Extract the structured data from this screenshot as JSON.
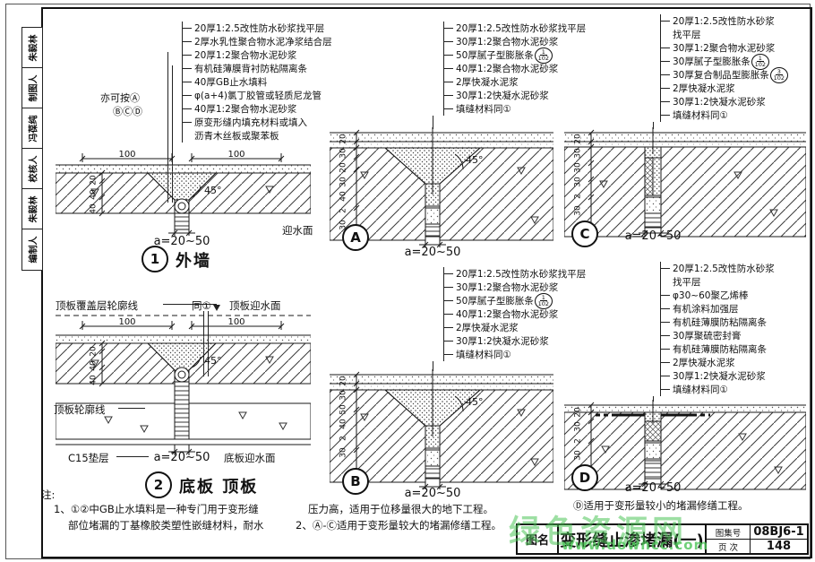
{
  "sidebar": {
    "entries": [
      {
        "label": "朱毅林"
      },
      {
        "label": "制图人"
      },
      {
        "label": "冯葆纯"
      },
      {
        "label": "校核人"
      },
      {
        "label": "朱毅林"
      },
      {
        "label": "编制人"
      }
    ]
  },
  "d1": {
    "alt1": "亦可按Ⓐ",
    "alt2": "ⒷⒸⒹ",
    "callouts": [
      {
        "t": "20厚1:2.5改性防水砂浆找平层"
      },
      {
        "t": "2厚水乳性聚合物水泥净浆结合层"
      },
      {
        "t": "20厚1:2聚合物水泥砂浆"
      },
      {
        "t": "有机硅薄膜背衬防粘隔离条"
      },
      {
        "t": "40厚GB止水填料"
      },
      {
        "t": "φ(a+4)氯丁胶管或轻质尼龙管"
      },
      {
        "t": "40厚1:2聚合物水泥砂浆"
      },
      {
        "t": "原变形缝内填充材料或填入"
      },
      {
        "t": "沥青木丝板或聚苯板",
        "cont": true
      }
    ],
    "dim100L": "100",
    "dim100R": "100",
    "dims": [
      "20",
      "40",
      "40"
    ],
    "angle": "45°",
    "a": "a=20~50",
    "water": "迎水面",
    "num": "1",
    "title": "外墙"
  },
  "d2": {
    "cover": "顶板覆盖层轮廓线",
    "same": "同①",
    "topwater": "顶板迎水面",
    "outline": "顶板轮廓线",
    "cushion": "C15垫层",
    "bottomwater": "底板迎水面",
    "dim100L": "100",
    "dim100R": "100",
    "dims": [
      "20",
      "40",
      "40"
    ],
    "angle": "45°",
    "a": "a=20~50",
    "num": "2",
    "title": "底板  顶板"
  },
  "dA": {
    "callouts": [
      {
        "t": "20厚1:2.5改性防水砂浆找平层"
      },
      {
        "t": "30厚1:2聚合物水泥砂浆"
      },
      {
        "t": "50厚腻子型膨胀条",
        "r1": "1",
        "r2": "102"
      },
      {
        "t": "40厚1:2聚合物水泥砂浆"
      },
      {
        "t": "2厚快凝水泥浆"
      },
      {
        "t": "30厚1:2快凝水泥砂浆"
      },
      {
        "t": "填缝材料同①"
      }
    ],
    "dims": [
      "20",
      "30",
      "20",
      "30",
      "40",
      "2",
      "30"
    ],
    "angle": "45°",
    "a": "a=20~50",
    "num": "A"
  },
  "dB": {
    "callouts": [
      {
        "t": "20厚1:2.5改性防水砂浆找平层"
      },
      {
        "t": "30厚1:2聚合物水泥砂浆"
      },
      {
        "t": "50厚腻子型膨胀条",
        "r1": "1",
        "r2": "102"
      },
      {
        "t": "40厚1:2聚合物水泥砂浆"
      },
      {
        "t": "2厚快凝水泥浆"
      },
      {
        "t": "30厚1:2快凝水泥砂浆"
      },
      {
        "t": "填缝材料同①"
      }
    ],
    "dims": [
      "20",
      "30",
      "50",
      "40",
      "2",
      "30"
    ],
    "angle": "45°",
    "a": "a=20~50",
    "num": "B"
  },
  "dC": {
    "callouts": [
      {
        "t": "20厚1:2.5改性防水砂浆"
      },
      {
        "t": "找平层",
        "cont": true
      },
      {
        "t": "30厚1:2聚合物水泥砂浆"
      },
      {
        "t": "30厚腻子型膨胀条",
        "r1": "1",
        "r2": "102"
      },
      {
        "t": "30厚复合制品型膨胀条",
        "r1": "3",
        "r2": "102"
      },
      {
        "t": "2厚快凝水泥浆"
      },
      {
        "t": "30厚1:2快凝水泥砂浆"
      },
      {
        "t": "填缝材料同①"
      }
    ],
    "dims": [
      "20",
      "30",
      "30",
      "30",
      "2",
      "30"
    ],
    "a": "a=20~50",
    "num": "C"
  },
  "dD": {
    "callouts": [
      {
        "t": "20厚1:2.5改性防水砂浆"
      },
      {
        "t": "找平层",
        "cont": true
      },
      {
        "t": "φ30~60聚乙烯棒"
      },
      {
        "t": "有机涂料加强层"
      },
      {
        "t": "有机硅薄膜防粘隔离条"
      },
      {
        "t": "30厚聚硫密封膏"
      },
      {
        "t": "有机硅薄膜防粘隔离条"
      },
      {
        "t": "2厚快凝水泥浆"
      },
      {
        "t": "30厚1:2快凝水泥砂浆"
      },
      {
        "t": "填缝材料同①"
      }
    ],
    "dims": [
      "20",
      "30",
      "2",
      "30"
    ],
    "a": "a=20~50",
    "num": "D"
  },
  "notes": {
    "header": "注:",
    "n1a": "1、①②中GB止水填料是一种专门用于变形缝",
    "n1b": "部位堵漏的丁基橡胶类塑性嵌缝材料，耐水",
    "n1c": "压力高，适用于位移量很大的地下工程。",
    "n2": "2、Ⓐ-Ⓒ适用于变形量较大的堵漏修缮工程。",
    "n3": "Ⓓ适用于变形量较小的堵漏修缮工程。"
  },
  "tb": {
    "name_label": "图名",
    "title": "变形缝止渗堵漏(一)",
    "atlas_label": "图集号",
    "atlas_no": "08BJ6-1",
    "page_label": "页 次",
    "page_no": "148"
  },
  "watermark": {
    "line1": "绿色资源网",
    "line2": "www.downcc.com",
    "color_hex": "#4cc458"
  }
}
